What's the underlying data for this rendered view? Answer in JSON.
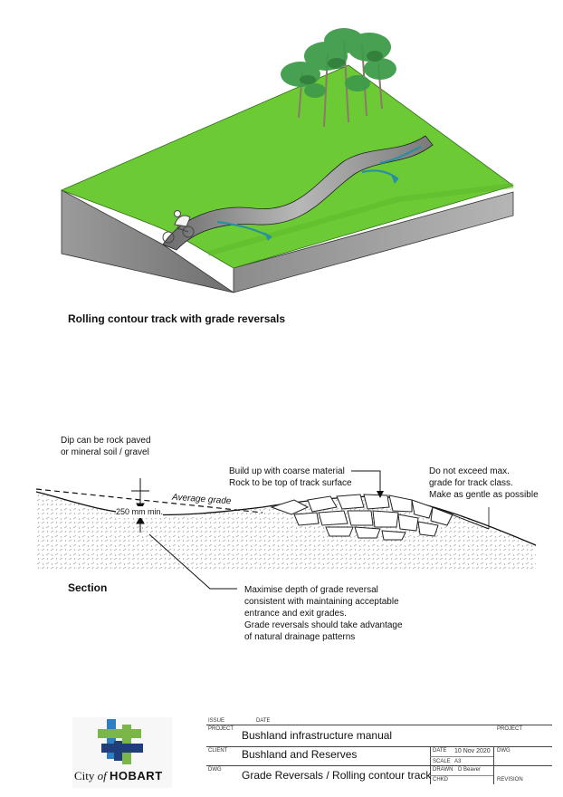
{
  "figure1": {
    "caption": "Rolling contour track with grade reversals"
  },
  "section": {
    "label": "Section",
    "note_dip": "Dip can be rock paved\nor mineral soil / gravel",
    "note_buildup": "Build up with coarse material\nRock to be top of track surface",
    "note_grade": "Do not exceed max.\ngrade for track class.\nMake as gentle as possible",
    "label_average_grade": "Average grade",
    "label_depth": "250 mm min.",
    "note_maximise": "Maximise depth of grade reversal\nconsistent with maintaining acceptable\nentrance and exit grades.\nGrade reversals should take advantage\nof natural drainage patterns"
  },
  "logo": {
    "city": "City",
    "of": "of",
    "name": "HOBART"
  },
  "title_block": {
    "issue_label": "ISSUE",
    "date_label": "DATE",
    "project_label": "PROJECT",
    "project_value": "Bushland infrastructure manual",
    "project_label_right": "PROJECT",
    "client_label": "CLIENT",
    "client_value": "Bushland and Reserves",
    "date_label2": "DATE",
    "date_value": "10 Nov 2020",
    "dwg_label_right": "DWG",
    "scale_label": "SCALE",
    "scale_value": "A3",
    "dwg_label": "DWG",
    "dwg_value": "Grade Reversals / Rolling contour track",
    "drawn_label": "DRAWN",
    "drawn_value": "D Beaver",
    "chkd_label": "CHKD",
    "revision_label": "REVISION"
  },
  "colors": {
    "grass": "#6ccb35",
    "soil_side": "#8a8a8a",
    "track": "#9a9a9a",
    "arrow": "#2a8fa0",
    "logo_green": "#7ab648",
    "logo_blue": "#2e7fc1",
    "logo_navy": "#1f3e7a"
  }
}
